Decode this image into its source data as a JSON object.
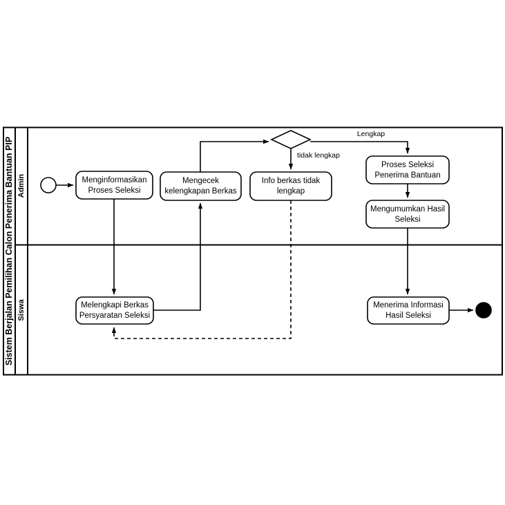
{
  "diagram": {
    "type": "activity-diagram-swimlane",
    "pool_title": "Sistem Berjalan Pemilihan Calon Penerima Bantuan PIP",
    "lanes": [
      {
        "id": "admin",
        "label": "Admin"
      },
      {
        "id": "siswa",
        "label": "Siswa"
      }
    ],
    "nodes": [
      {
        "id": "start",
        "kind": "start-node",
        "lane": "admin",
        "label": ""
      },
      {
        "id": "n1",
        "kind": "activity",
        "lane": "admin",
        "label_line1": "Menginformasikan",
        "label_line2": "Proses Seleksi"
      },
      {
        "id": "n2",
        "kind": "activity",
        "lane": "admin",
        "label_line1": "Mengecek",
        "label_line2": "kelengkapan Berkas"
      },
      {
        "id": "d1",
        "kind": "decision",
        "lane": "admin",
        "label": ""
      },
      {
        "id": "n3",
        "kind": "activity",
        "lane": "admin",
        "label_line1": "Info berkas tidak",
        "label_line2": "lengkap"
      },
      {
        "id": "n4",
        "kind": "activity",
        "lane": "admin",
        "label_line1": "Proses Seleksi",
        "label_line2": "Penerima Bantuan"
      },
      {
        "id": "n5",
        "kind": "activity",
        "lane": "admin",
        "label_line1": "Mengumumkan Hasil",
        "label_line2": "Seleksi"
      },
      {
        "id": "n6",
        "kind": "activity",
        "lane": "siswa",
        "label_line1": "Melengkapi Berkas",
        "label_line2": "Persyaratan Seleksi"
      },
      {
        "id": "n7",
        "kind": "activity",
        "lane": "siswa",
        "label_line1": "Menerima Informasi",
        "label_line2": "Hasil Seleksi"
      },
      {
        "id": "end",
        "kind": "end-node",
        "lane": "siswa",
        "label": ""
      }
    ],
    "edge_labels": {
      "lengkap": "Lengkap",
      "tidak_lengkap": "tidak lengkap"
    },
    "colors": {
      "stroke": "#000000",
      "fill": "#ffffff",
      "end_fill": "#000000"
    }
  }
}
